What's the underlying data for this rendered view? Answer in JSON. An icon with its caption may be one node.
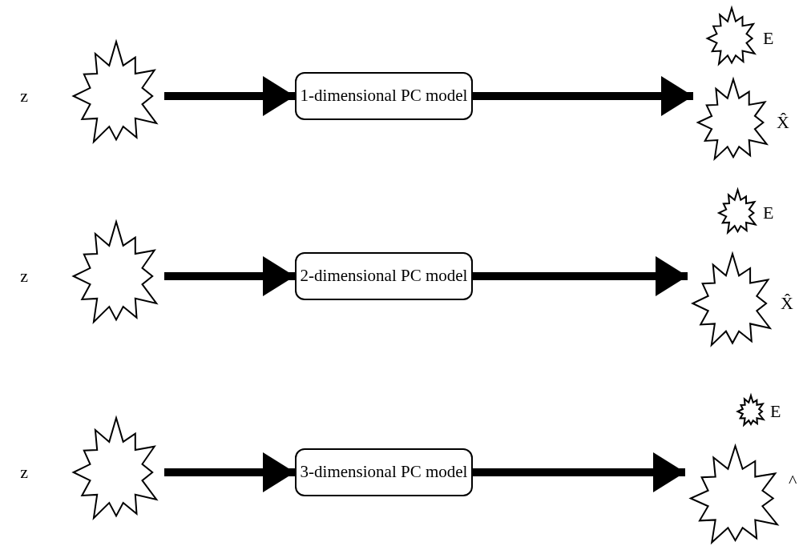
{
  "diagram": {
    "nodes": [
      {
        "text": [],
        "shape": "star",
        "beside": [
          "z"
        ]
      },
      {
        "text": [
          "1-dimensional PC model"
        ]
      },
      {
        "text": [],
        "shape": "star",
        "beside": [
          "E"
        ]
      },
      {
        "text": [],
        "shape": "star",
        "beside": [
          "X̂"
        ]
      },
      {
        "text": [],
        "shape": "star",
        "beside": [
          "z"
        ]
      },
      {
        "text": [
          "2-dimensional PC model"
        ]
      },
      {
        "text": [],
        "shape": "star",
        "beside": [
          "E"
        ]
      },
      {
        "text": [],
        "shape": "star",
        "beside": [
          "X̂"
        ]
      },
      {
        "text": [],
        "shape": "star",
        "beside": [
          "z"
        ]
      },
      {
        "text": [
          "3-dimensional PC model"
        ]
      },
      {
        "text": [],
        "shape": "star",
        "beside": [
          "E"
        ]
      },
      {
        "text": [],
        "shape": "star",
        "beside": [
          "^"
        ]
      }
    ],
    "edges": [
      {
        "from": 0,
        "to": 1,
        "arrow": "to"
      },
      {
        "from": 1,
        "to": 3,
        "arrow": "to"
      },
      {
        "from": 4,
        "to": 5,
        "arrow": "to"
      },
      {
        "from": 5,
        "to": 7,
        "arrow": "to"
      },
      {
        "from": 8,
        "to": 9,
        "arrow": "to"
      },
      {
        "from": 9,
        "to": 11,
        "arrow": "to"
      }
    ]
  }
}
